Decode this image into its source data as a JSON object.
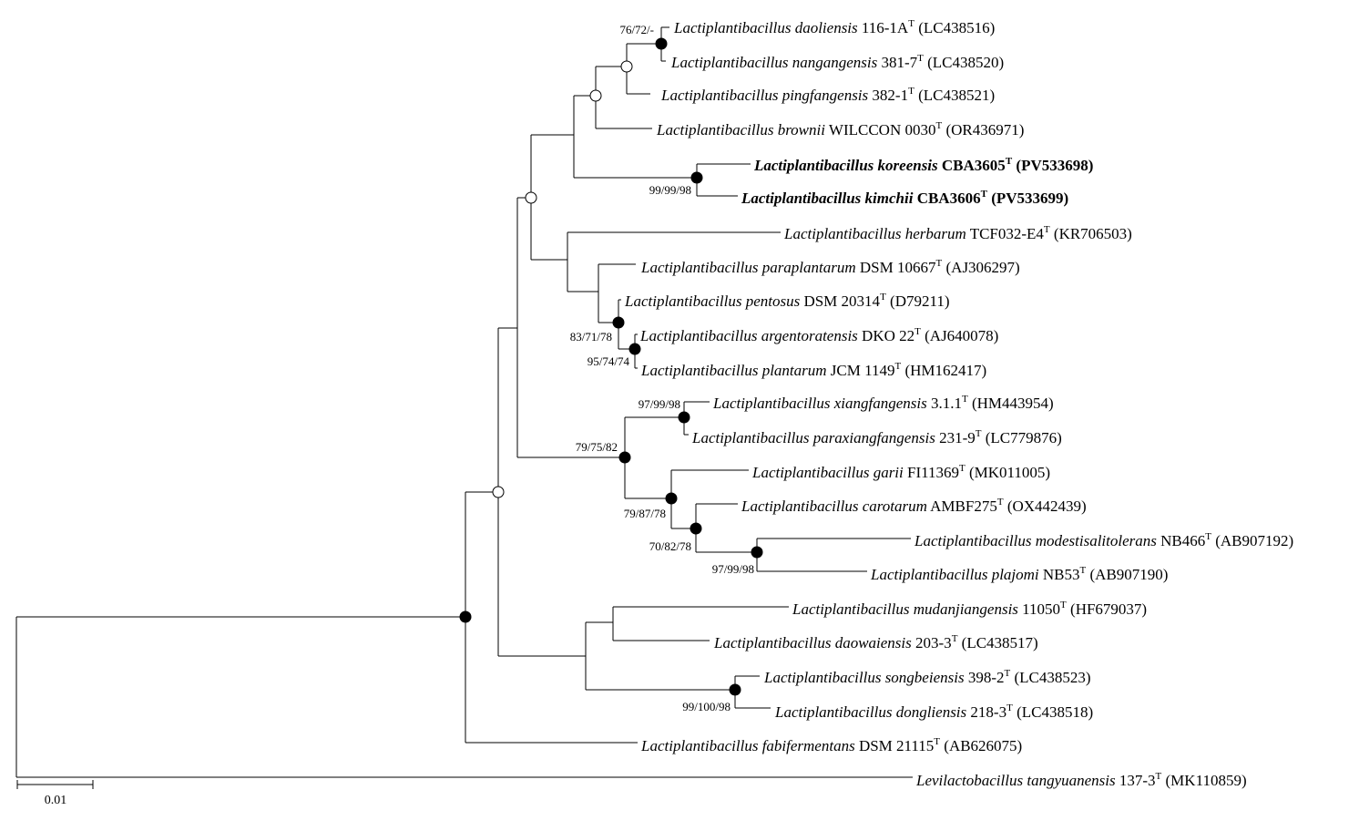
{
  "taxa": [
    {
      "id": "t1",
      "species": "Lactiplantibacillus daoliensis",
      "strain": "116-1A",
      "sup": "T",
      "acc": "(LC438516)",
      "bold": false
    },
    {
      "id": "t2",
      "species": "Lactiplantibacillus nangangensis",
      "strain": "381-7",
      "sup": "T",
      "acc": "(LC438520)",
      "bold": false
    },
    {
      "id": "t3",
      "species": "Lactiplantibacillus pingfangensis",
      "strain": "382-1",
      "sup": "T",
      "acc": "(LC438521)",
      "bold": false
    },
    {
      "id": "t4",
      "species": "Lactiplantibacillus brownii",
      "strain": "WILCCON 0030",
      "sup": "T",
      "acc": "(OR436971)",
      "bold": false
    },
    {
      "id": "t5",
      "species": "Lactiplantibacillus koreensis",
      "strain": "CBA3605",
      "sup": "T",
      "acc": "(PV533698)",
      "bold": true
    },
    {
      "id": "t6",
      "species": "Lactiplantibacillus kimchii",
      "strain": "CBA3606",
      "sup": "T",
      "acc": "(PV533699)",
      "bold": true
    },
    {
      "id": "t7",
      "species": "Lactiplantibacillus herbarum",
      "strain": "TCF032-E4",
      "sup": "T",
      "acc": "(KR706503)",
      "bold": false
    },
    {
      "id": "t8",
      "species": "Lactiplantibacillus paraplantarum",
      "strain": "DSM 10667",
      "sup": "T",
      "acc": "(AJ306297)",
      "bold": false
    },
    {
      "id": "t9",
      "species": "Lactiplantibacillus pentosus",
      "strain": "DSM 20314",
      "sup": "T",
      "acc": "(D79211)",
      "bold": false
    },
    {
      "id": "t10",
      "species": "Lactiplantibacillus argentoratensis",
      "strain": "DKO 22",
      "sup": "T",
      "acc": "(AJ640078)",
      "bold": false
    },
    {
      "id": "t11",
      "species": "Lactiplantibacillus plantarum",
      "strain": "JCM 1149",
      "sup": "T",
      "acc": "(HM162417)",
      "bold": false
    },
    {
      "id": "t12",
      "species": "Lactiplantibacillus xiangfangensis",
      "strain": "3.1.1",
      "sup": "T",
      "acc": "(HM443954)",
      "bold": false
    },
    {
      "id": "t13",
      "species": "Lactiplantibacillus paraxiangfangensis",
      "strain": "231-9",
      "sup": "T",
      "acc": "(LC779876)",
      "bold": false
    },
    {
      "id": "t14",
      "species": "Lactiplantibacillus garii",
      "strain": "FI11369",
      "sup": "T",
      "acc": "(MK011005)",
      "bold": false
    },
    {
      "id": "t15",
      "species": "Lactiplantibacillus carotarum",
      "strain": "AMBF275",
      "sup": "T",
      "acc": "(OX442439)",
      "bold": false
    },
    {
      "id": "t16",
      "species": "Lactiplantibacillus modestisalitolerans",
      "strain": "NB466",
      "sup": "T",
      "acc": "(AB907192)",
      "bold": false
    },
    {
      "id": "t17",
      "species": "Lactiplantibacillus plajomi",
      "strain": "NB53",
      "sup": "T",
      "acc": "(AB907190)",
      "bold": false
    },
    {
      "id": "t18",
      "species": "Lactiplantibacillus mudanjiangensis",
      "strain": "11050",
      "sup": "T",
      "acc": "(HF679037)",
      "bold": false
    },
    {
      "id": "t19",
      "species": "Lactiplantibacillus daowaiensis",
      "strain": "203-3",
      "sup": "T",
      "acc": "(LC438517)",
      "bold": false
    },
    {
      "id": "t20",
      "species": "Lactiplantibacillus songbeiensis",
      "strain": "398-2",
      "sup": "T",
      "acc": "(LC438523)",
      "bold": false
    },
    {
      "id": "t21",
      "species": "Lactiplantibacillus dongliensis",
      "strain": "218-3",
      "sup": "T",
      "acc": "(LC438518)",
      "bold": false
    },
    {
      "id": "t22",
      "species": "Lactiplantibacillus fabifermentans",
      "strain": "DSM 21115",
      "sup": "T",
      "acc": "(AB626075)",
      "bold": false
    },
    {
      "id": "t23",
      "species": "Levilactobacillus tangyuanensis",
      "strain": "137-3",
      "sup": "T",
      "acc": "(MK110859)",
      "bold": false
    }
  ],
  "bootstrap": {
    "b1": "76/72/-",
    "b2": "99/99/98",
    "b3": "83/71/78",
    "b4": "95/74/74",
    "b5": "97/99/98",
    "b6": "79/75/82",
    "b7": "79/87/78",
    "b8": "70/82/78",
    "b9": "97/99/98",
    "b10": "99/100/98"
  },
  "scale": {
    "label": "0.01"
  }
}
